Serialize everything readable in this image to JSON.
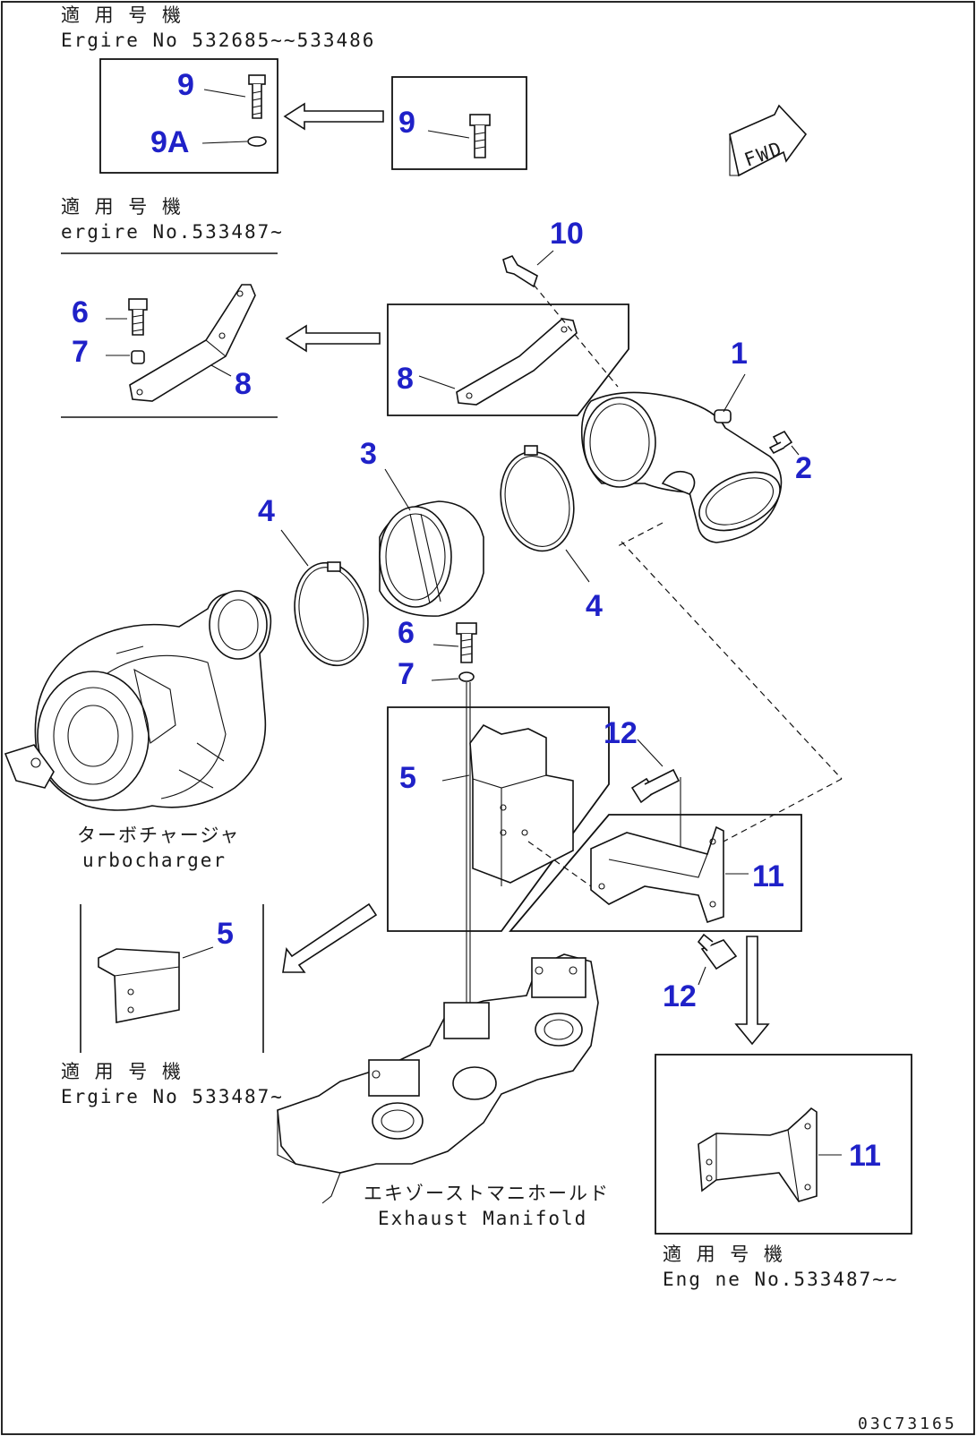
{
  "notes": {
    "top_applicable": "適 用 号 機",
    "top_engine": "Ergire No 532685~~533486",
    "mid_applicable": "適 用 号 機",
    "mid_engine": "ergire No.533487~",
    "left_applicable": "適 用 号 機",
    "left_engine": "Ergire No 533487~",
    "right_applicable": "適 用 号 機",
    "right_engine": "Eng ne No.533487~~"
  },
  "labels": {
    "turbo_jp": "ターボチャージャ",
    "turbo_en": "urbocharger",
    "manifold_jp": "エキゾーストマニホールド",
    "manifold_en": "Exhaust Manifold",
    "fwd": "FWD",
    "drawing_code": "03C73165"
  },
  "callouts": {
    "c1": "1",
    "c2": "2",
    "c3": "3",
    "c4a": "4",
    "c4b": "4",
    "c5a": "5",
    "c5b": "5",
    "c6a": "6",
    "c6b": "6",
    "c7a": "7",
    "c7b": "7",
    "c8a": "8",
    "c8b": "8",
    "c9a": "9",
    "c9b": "9",
    "c9A": "9A",
    "c10": "10",
    "c11a": "11",
    "c11b": "11",
    "c12a": "12",
    "c12b": "12"
  },
  "colors": {
    "callout": "#1f21c8",
    "line": "#111111",
    "background": "#ffffff"
  }
}
